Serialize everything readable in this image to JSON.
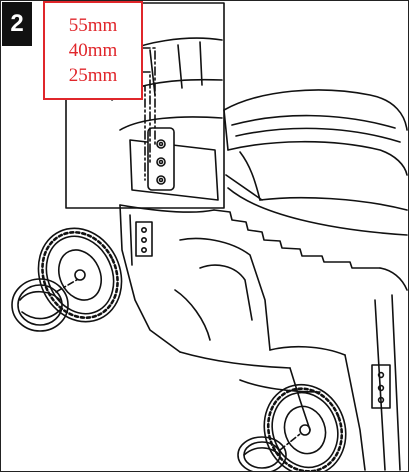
{
  "step": {
    "number": "2"
  },
  "heights": [
    "55mm",
    "40mm",
    "25mm"
  ],
  "colors": {
    "callout": "#e0262b",
    "line": "#111111",
    "badge_bg": "#111111",
    "background": "#ffffff"
  },
  "illustration": {
    "subject": "lawnmower-wheel-assembly"
  }
}
